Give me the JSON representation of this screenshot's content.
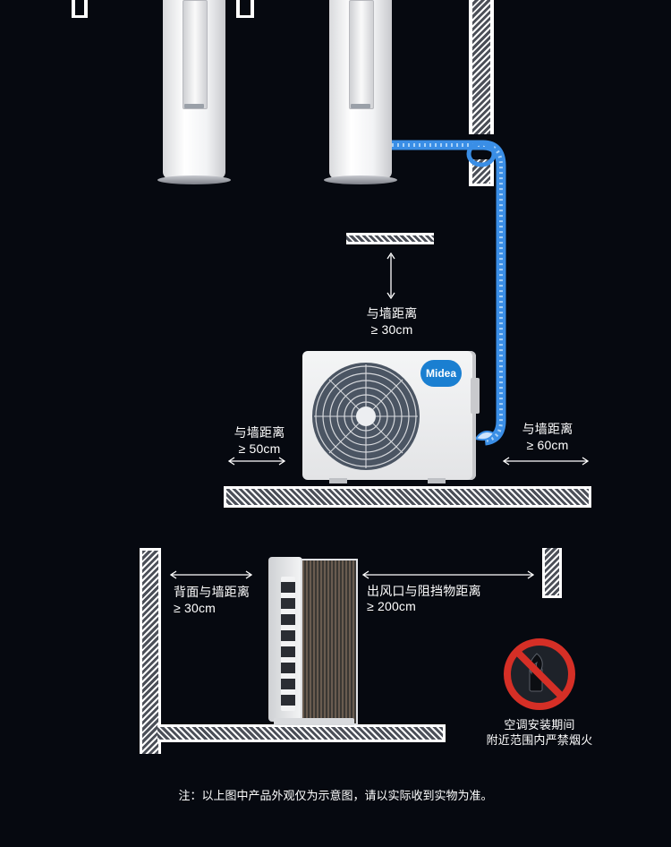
{
  "labels": {
    "top_clearance": "与墙距离",
    "top_value": "≥ 30cm",
    "left_clearance": "与墙距离",
    "left_value": "≥ 50cm",
    "right_clearance": "与墙距离",
    "right_value": "≥ 60cm",
    "back_clearance": "背面与墙距离",
    "back_value": "≥ 30cm",
    "outlet_clearance": "出风口与阻挡物距离",
    "outlet_value": "≥ 200cm",
    "no_fire_line1": "空调安装期间",
    "no_fire_line2": "附近范围内严禁烟火"
  },
  "brand": {
    "logo_text": "Midea",
    "color": "#1a7fd1"
  },
  "footer_note": "注：以上图中产品外观仅为示意图，请以实际收到实物为准。",
  "colors": {
    "background": "#060910",
    "pipe": "#3a8ee6",
    "warning_red": "#d52f26",
    "warning_dark": "#1e2229"
  },
  "icons": [
    "no-fire-icon",
    "midea-logo"
  ]
}
